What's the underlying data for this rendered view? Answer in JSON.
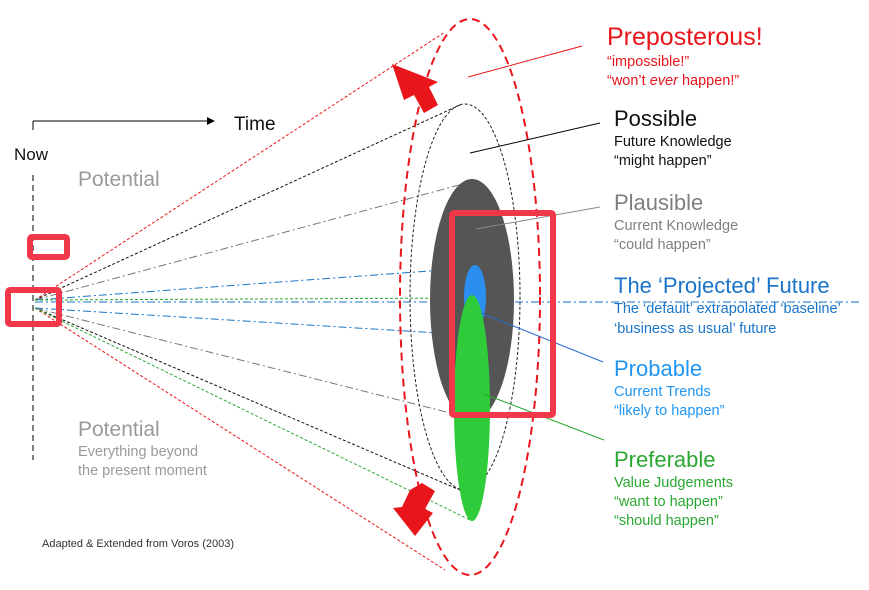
{
  "axis": {
    "now_label": "Now",
    "time_label": "Time"
  },
  "potential_top": "Potential",
  "potential_bottom": {
    "title": "Potential",
    "line1": "Everything beyond",
    "line2": "the present moment"
  },
  "credit": "Adapted & Extended  from Voros (2003)",
  "futures": [
    {
      "id": "preposterous",
      "title": "Preposterous!",
      "line1": "“impossible!”",
      "line2_pre": "“won’t ",
      "line2_em": "ever",
      "line2_post": " happen!”",
      "color": "#e8151b"
    },
    {
      "id": "possible",
      "title": "Possible",
      "line1": "Future Knowledge",
      "line2": "“might happen”",
      "color": "#111111"
    },
    {
      "id": "plausible",
      "title": "Plausible",
      "line1": "Current Knowledge",
      "line2": "“could happen”",
      "color": "#7f7f7f"
    },
    {
      "id": "projected",
      "title": "The ‘Projected’ Future",
      "line1": "The ‘default’ extrapolated ‘baseline’",
      "line2": "‘business as usual’ future",
      "color": "#1a74c8"
    },
    {
      "id": "probable",
      "title": "Probable",
      "line1": "Current Trends",
      "line2": "“likely to happen”",
      "color": "#2196f3"
    },
    {
      "id": "preferable",
      "title": "Preferable",
      "line1": "Value Judgements",
      "line2": "“want to happen”",
      "line3": "“should happen”",
      "color": "#2aa832"
    }
  ],
  "colors": {
    "red": "#e8151b",
    "highlight": "#f0384a",
    "dark_ellipse": "#555555",
    "blue_ellipse": "#2b8ff2",
    "green_ellipse": "#2ecc3a"
  }
}
